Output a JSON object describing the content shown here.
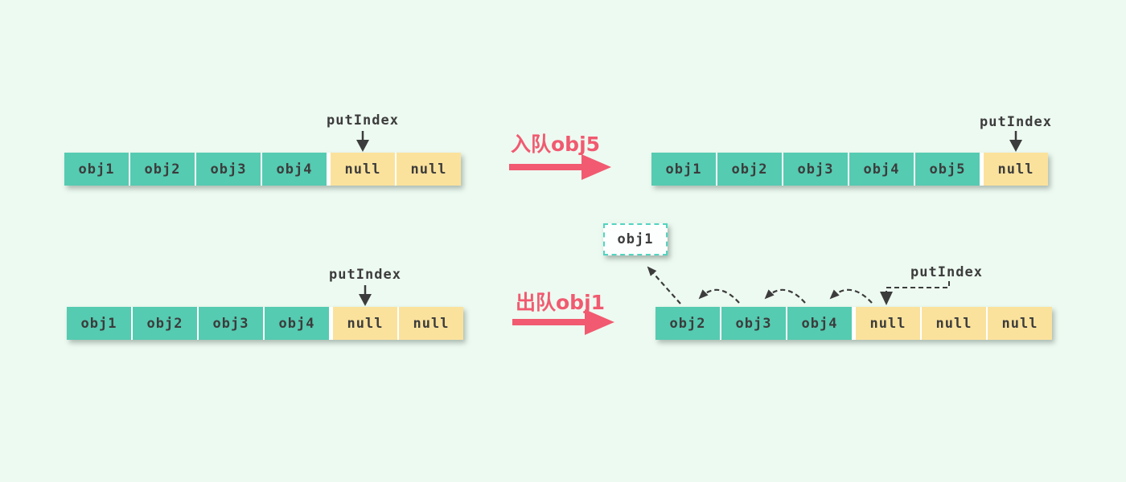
{
  "colors": {
    "bg": "#edfaf1",
    "filled": "#55cbb1",
    "empty": "#fbe29c",
    "accent": "#f15a70",
    "ink": "#3c3c3c",
    "dash-border": "#53d4c0",
    "box-bg": "#fcfffd"
  },
  "labels": {
    "put_index": "putIndex",
    "enqueue": "入队obj5",
    "dequeue": "出队obj1"
  },
  "dequeued_box": {
    "label": "obj1"
  },
  "arrays": {
    "before_enqueue": {
      "cells": [
        {
          "label": "obj1",
          "state": "filled"
        },
        {
          "label": "obj2",
          "state": "filled"
        },
        {
          "label": "obj3",
          "state": "filled"
        },
        {
          "label": "obj4",
          "state": "filled"
        },
        {
          "label": "null",
          "state": "empty"
        },
        {
          "label": "null",
          "state": "empty"
        }
      ]
    },
    "after_enqueue": {
      "cells": [
        {
          "label": "obj1",
          "state": "filled"
        },
        {
          "label": "obj2",
          "state": "filled"
        },
        {
          "label": "obj3",
          "state": "filled"
        },
        {
          "label": "obj4",
          "state": "filled"
        },
        {
          "label": "obj5",
          "state": "filled"
        },
        {
          "label": "null",
          "state": "empty"
        }
      ]
    },
    "before_dequeue": {
      "cells": [
        {
          "label": "obj1",
          "state": "filled"
        },
        {
          "label": "obj2",
          "state": "filled"
        },
        {
          "label": "obj3",
          "state": "filled"
        },
        {
          "label": "obj4",
          "state": "filled"
        },
        {
          "label": "null",
          "state": "empty"
        },
        {
          "label": "null",
          "state": "empty"
        }
      ]
    },
    "after_dequeue": {
      "cells": [
        {
          "label": "obj2",
          "state": "filled"
        },
        {
          "label": "obj3",
          "state": "filled"
        },
        {
          "label": "obj4",
          "state": "filled"
        },
        {
          "label": "null",
          "state": "empty"
        },
        {
          "label": "null",
          "state": "empty"
        },
        {
          "label": "null",
          "state": "empty"
        }
      ]
    }
  }
}
